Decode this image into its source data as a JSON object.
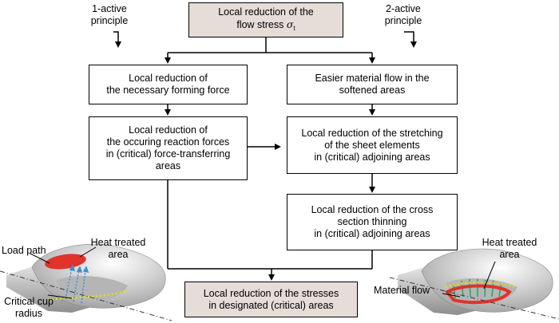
{
  "principles": {
    "left": [
      "1-active",
      "principle"
    ],
    "right": [
      "2-active",
      "principle"
    ]
  },
  "boxes": {
    "top": {
      "line1": "Local reduction of the",
      "line2_text": "flow stress ",
      "symbol": "σ",
      "subscript": "t"
    },
    "force": [
      "Local reduction of",
      "the necessary forming force"
    ],
    "flow": [
      "Easier material flow in the",
      "softened areas"
    ],
    "reaction": [
      "Local reduction of",
      "the occuring reaction forces",
      "in (critical) force-transferring",
      "areas"
    ],
    "stretch": [
      "Local reduction of the stretching",
      "of the sheet elements",
      "in (critical) adjoining areas"
    ],
    "thinning": [
      "Local reduction of the cross",
      "section thinning",
      "in (critical) adjoining areas"
    ],
    "bottom": [
      "Local reduction of the stresses",
      "in designated (critical) areas"
    ]
  },
  "left_figure": {
    "load_path": "Load path",
    "heat_treated": [
      "Heat treated",
      "area"
    ],
    "critical_radius": [
      "Critical",
      "cup radius"
    ]
  },
  "right_figure": {
    "heat_treated": [
      "Heat treated",
      "area"
    ],
    "material_flow": "Material flow"
  },
  "colors": {
    "box_shade": "#e6dcd8",
    "heat_zone": "#e0332b",
    "flow_dots": "#e8e000",
    "load_arrows": "#3b8fd8",
    "flow_lines": "#1fa86a"
  }
}
